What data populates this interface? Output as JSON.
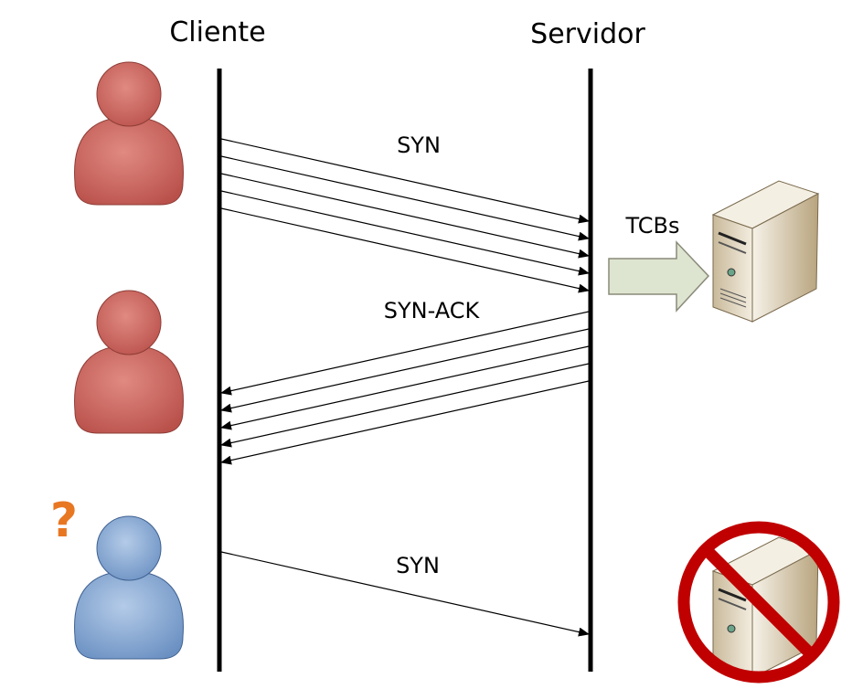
{
  "headers": {
    "client": "Cliente",
    "server": "Servidor"
  },
  "messages": {
    "syn_flood": "SYN",
    "syn_ack": "SYN-ACK",
    "syn_legit": "SYN"
  },
  "tcb_label": "TCBs",
  "question_mark": "?",
  "colors": {
    "attacker": "#c9635b",
    "legit_client": "#7fa3d0",
    "deny": "#c00000",
    "tcb_arrow": "#dde4cf",
    "question": "#e87722"
  },
  "icons": [
    "attacker-person-icon",
    "attacker-person-icon",
    "client-person-icon",
    "server-icon",
    "server-denied-icon"
  ]
}
